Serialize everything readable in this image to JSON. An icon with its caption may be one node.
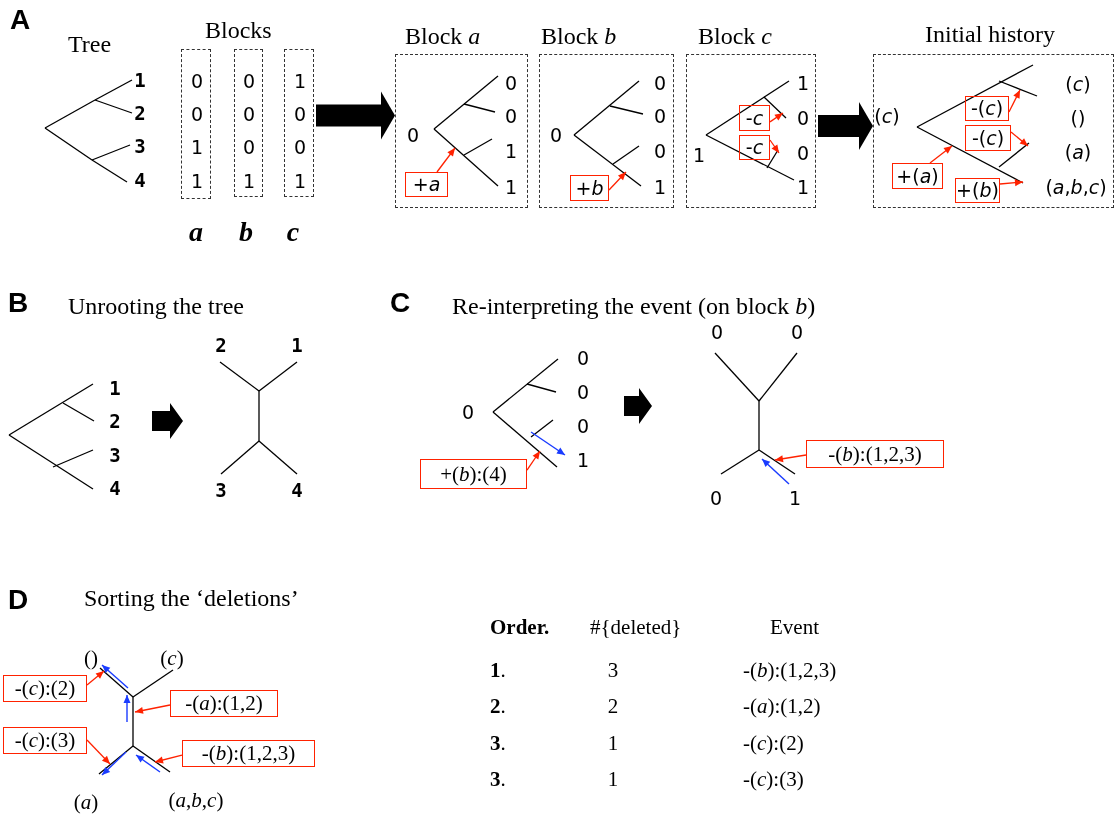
{
  "diagram": {
    "nodes": [
      {
        "text": [
          "0",
          "0",
          "1",
          "1"
        ],
        "beside": [
          "a"
        ]
      },
      {
        "text": [
          "0",
          "0",
          "0",
          "1"
        ],
        "beside": [
          "b"
        ]
      },
      {
        "text": [
          "1",
          "0",
          "0",
          "1"
        ],
        "beside": [
          "c"
        ]
      },
      {
        "text": [
          "Block *a*",
          "0",
          "0",
          "0",
          "1",
          "1"
        ]
      },
      {
        "text": [],
        "shape": "picture",
        "in": 3
      },
      {
        "text": [
          "+*a*"
        ],
        "in": 3
      },
      {
        "text": [
          "Block *b*",
          "0",
          "0",
          "0",
          "0",
          "1"
        ]
      },
      {
        "text": [],
        "shape": "picture",
        "in": 6
      },
      {
        "text": [
          "+*b*"
        ],
        "in": 6
      },
      {
        "text": [
          "Block *c*",
          "1",
          "0",
          "0",
          "1",
          "1"
        ]
      },
      {
        "text": [],
        "shape": "picture",
        "in": 9
      },
      {
        "text": [
          "-*c*"
        ],
        "in": 10
      },
      {
        "text": [
          "-*c*"
        ],
        "in": 10
      },
      {
        "text": [
          "Initial history",
          "(*c*)",
          "(*c*)",
          "()",
          "(*a*)",
          "(*a*,*b*,*c*)"
        ]
      },
      {
        "text": [],
        "shape": "picture",
        "in": 13
      },
      {
        "text": [
          "-(*c*)"
        ],
        "in": 14
      },
      {
        "text": [
          "-(*c*)"
        ],
        "in": 14
      },
      {
        "text": [
          "+(*a*)"
        ],
        "in": 13
      },
      {
        "text": [
          "+(*b*)"
        ],
        "in": 13
      },
      {
        "text": [],
        "shape": "picture"
      },
      {
        "text": [
          "+(*b*):(4)"
        ]
      },
      {
        "text": [],
        "shape": "picture"
      },
      {
        "text": [
          "-(*b*):(1,2,3)"
        ]
      },
      {
        "text": [
          "-(*c*):(2)"
        ]
      },
      {
        "text": [
          "-(*a*):(1,2)"
        ]
      },
      {
        "text": [
          "-(*c*):(3)"
        ]
      },
      {
        "text": [
          "-(*b*):(1,2,3)"
        ]
      },
      {
        "text": [],
        "shape": "picture"
      }
    ],
    "edges": [
      {
        "from": 2,
        "to": 3,
        "arrow": "to",
        "style": "thick",
        "color": "#000000"
      },
      {
        "from": 5,
        "to": 4,
        "arrow": "to"
      },
      {
        "from": 8,
        "to": 7,
        "arrow": "to"
      },
      {
        "from": 11,
        "to": 10,
        "arrow": "to"
      },
      {
        "from": 12,
        "to": 10,
        "arrow": "to"
      },
      {
        "from": 9,
        "to": 13,
        "arrow": "to",
        "style": "thick",
        "color": "#000000"
      },
      {
        "from": 15,
        "to": 14,
        "arrow": "to"
      },
      {
        "from": 16,
        "to": 14,
        "arrow": "to"
      },
      {
        "from": 17,
        "to": 14,
        "arrow": "to"
      },
      {
        "from": 18,
        "to": 14,
        "arrow": "to"
      },
      {
        "from": 20,
        "to": 19,
        "arrow": "to"
      },
      {
        "from": 22,
        "to": 21,
        "arrow": "to"
      },
      {
        "from": 23,
        "to": 27,
        "arrow": "to"
      },
      {
        "from": 24,
        "to": 27,
        "arrow": "to"
      },
      {
        "from": 25,
        "to": 27,
        "arrow": "to"
      },
      {
        "from": 26,
        "to": 27,
        "arrow": "to"
      }
    ],
    "labels": [
      "A",
      "Tree",
      "Blocks",
      "1",
      "2",
      "3",
      "4",
      "B",
      "Unrooting the tree",
      "1",
      "2",
      "3",
      "4",
      "2",
      "1",
      "3",
      "4",
      "C",
      "Re-interpreting the event (on block *b*)",
      "0",
      "0",
      "0",
      "0",
      "1",
      "0",
      "0",
      "0",
      "1",
      "D",
      "Sorting the ‘deletions’",
      "()",
      "(*c*)",
      "(*a*)",
      "(*a*,*b*,*c*)",
      "Order.",
      "#{deleted}",
      "Event",
      "**1**.",
      "3",
      "-(*b*):(1,2,3)",
      "**2**.",
      "2",
      "-(*a*):(1,2)",
      "**3**.",
      "1",
      "-(*c*):(2)",
      "**3**.",
      "1",
      "-(*c*):(3)"
    ]
  }
}
